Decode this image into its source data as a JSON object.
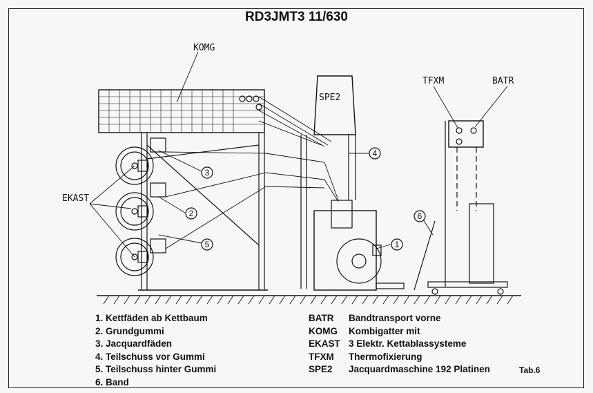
{
  "title": "RD3JMT3 11/630",
  "labels": {
    "komg": "KOMG",
    "spe2": "SPE2",
    "tfxm": "TFXM",
    "batr": "BATR",
    "ekast": "EKAST"
  },
  "callouts": [
    "1",
    "2",
    "3",
    "4",
    "5",
    "6"
  ],
  "legend_left": [
    "1. Kettfäden ab Kettbaum",
    "2. Grundgummi",
    "3. Jacquardfäden",
    "4. Teilschuss vor Gummi",
    "5. Teilschuss hinter Gummi",
    "6. Band"
  ],
  "legend_right": [
    {
      "abbr": "BATR",
      "text": "Bandtransport vorne"
    },
    {
      "abbr": "KOMG",
      "text": "Kombigatter mit"
    },
    {
      "abbr": "EKAST",
      "text": "3 Elektr. Kettablassysteme"
    },
    {
      "abbr": "TFXM",
      "text": "Thermofixierung"
    },
    {
      "abbr": "SPE2",
      "text": "Jacquardmaschine 192 Platinen"
    }
  ],
  "table_ref": "Tab.6"
}
